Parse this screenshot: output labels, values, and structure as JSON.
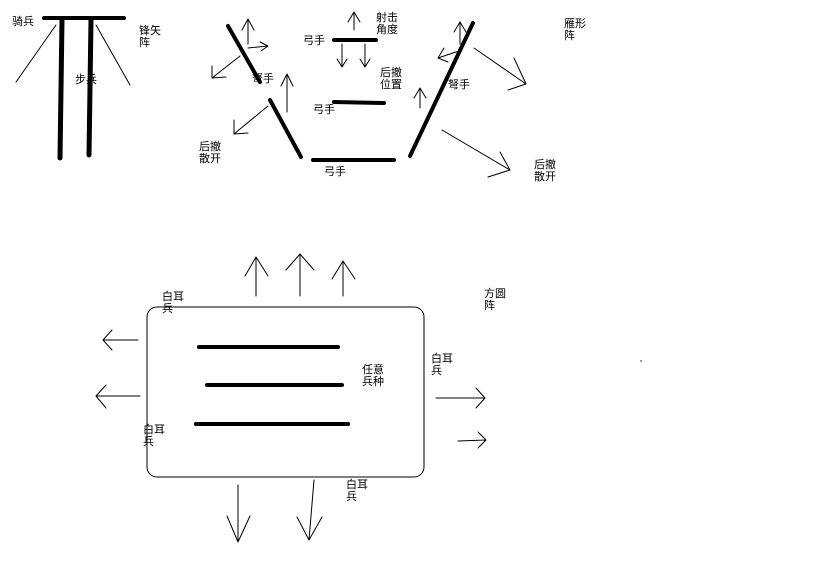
{
  "formations": {
    "fengshi": {
      "name_line1": "锋矢",
      "name_line2": "阵",
      "cavalry": "骑兵",
      "infantry": "步兵"
    },
    "yanxing": {
      "name_line1": "雁形",
      "name_line2": "阵",
      "archer_top": "弓手",
      "archer_middle": "弓手",
      "archer_bottom": "弓手",
      "crossbow_left": "弩手",
      "crossbow_right": "弩手",
      "shoot_angle_line1": "射击",
      "shoot_angle_line2": "角度",
      "retreat_pos_line1": "后撤",
      "retreat_pos_line2": "位置",
      "retreat_left_line1": "后撤",
      "retreat_left_line2": "散开",
      "retreat_right_line1": "后撤",
      "retreat_right_line2": "散开"
    },
    "fangyuan": {
      "name_line1": "方圆",
      "name_line2": "阵",
      "baier_top_line1": "白耳",
      "baier_top_line2": "兵",
      "baier_left_line1": "白耳",
      "baier_left_line2": "兵",
      "baier_right_line1": "白耳",
      "baier_right_line2": "兵",
      "baier_bottom_line1": "白耳",
      "baier_bottom_line2": "兵",
      "any_unit_line1": "任意",
      "any_unit_line2": "兵种"
    }
  },
  "colors": {
    "ink": "#000000",
    "paper": "#ffffff"
  }
}
